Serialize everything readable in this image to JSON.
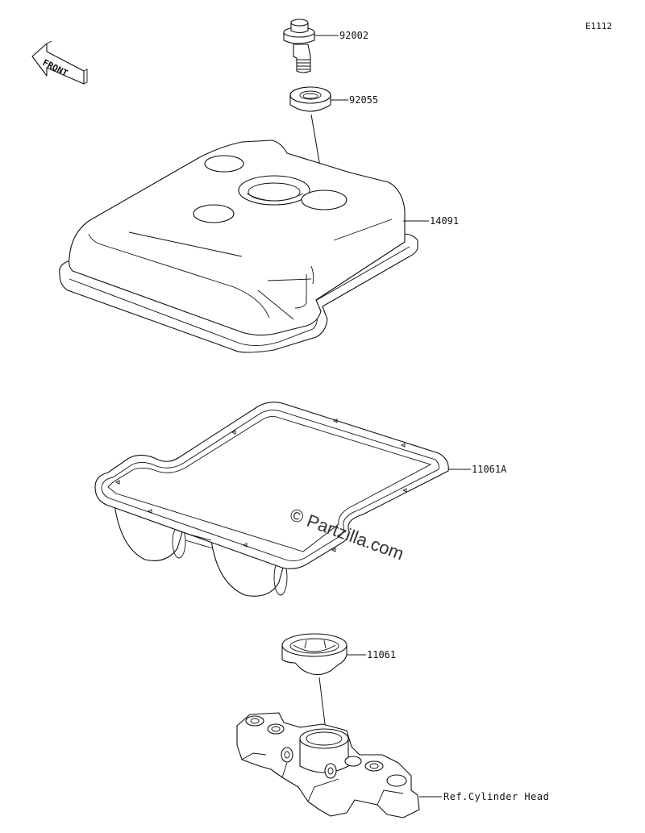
{
  "diagram_code": "E1112",
  "front_label": "FRONT",
  "watermark": "© Partzilla.com",
  "callouts": [
    {
      "id": "bolt",
      "label": "92002"
    },
    {
      "id": "grommet",
      "label": "92055"
    },
    {
      "id": "cover",
      "label": "14091"
    },
    {
      "id": "gasket",
      "label": "11061A"
    },
    {
      "id": "plug-seal",
      "label": "11061"
    },
    {
      "id": "cylinder-head",
      "label": "Ref.Cylinder Head"
    }
  ]
}
